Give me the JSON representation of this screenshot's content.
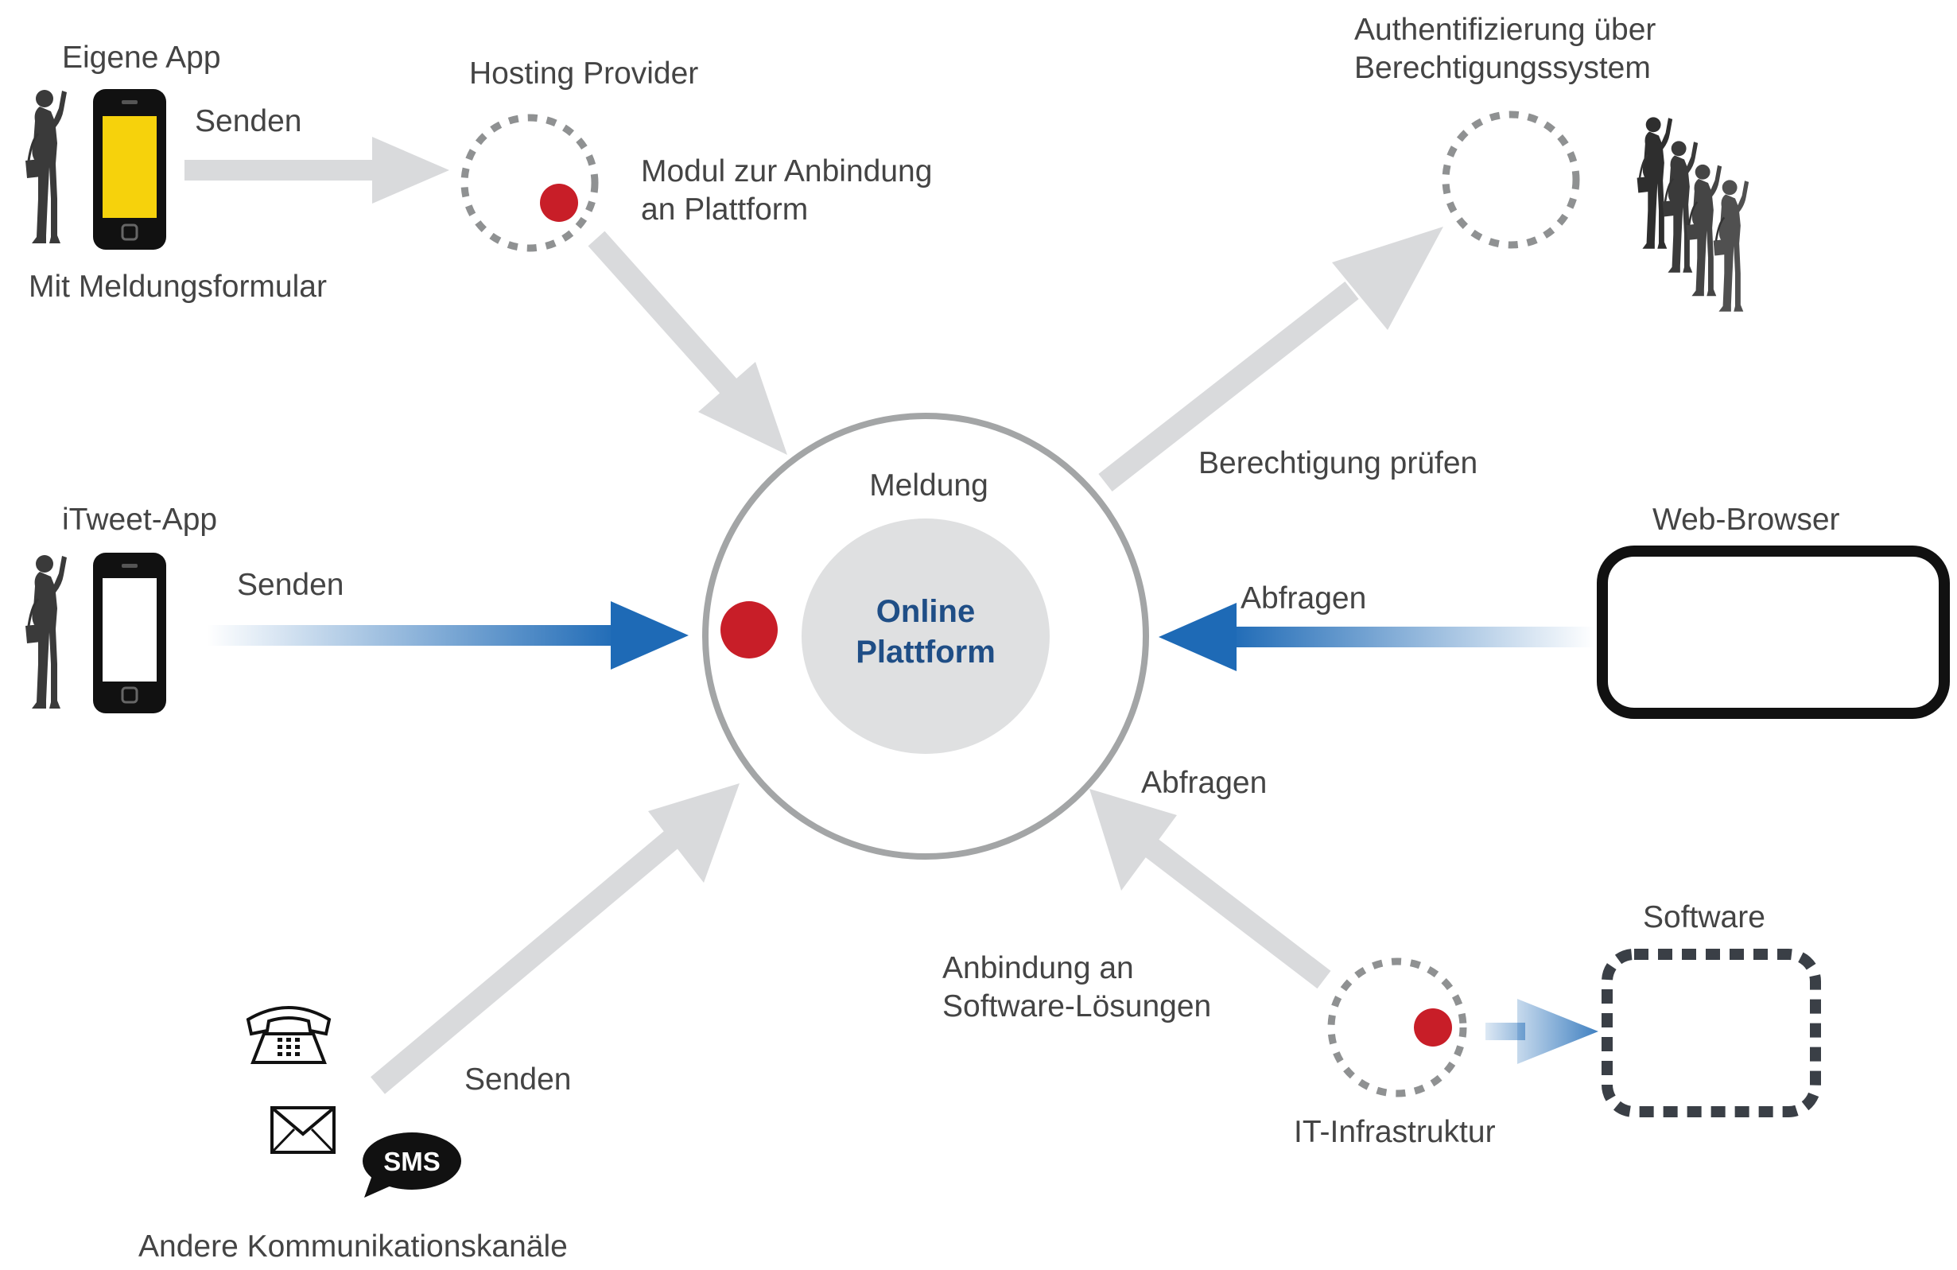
{
  "colors": {
    "arrow_gray": "#d9dadc",
    "arrow_blue": "#1e6ab6",
    "dot_red": "#c81e28",
    "ring_gray": "#a3a5a6",
    "core_gray": "#dfe0e1",
    "phone_yellow": "#f6d20c",
    "center_text": "#1f4e86",
    "label_text": "#444444"
  },
  "labels": {
    "eigene_app": "Eigene App",
    "senden_top": "Senden",
    "mit_meldungsformular": "Mit Meldungsformular",
    "hosting_provider": "Hosting Provider",
    "modul_line1": "Modul zur Anbindung",
    "modul_line2": "an Plattform",
    "auth_line1": "Authentifizierung über",
    "auth_line2": "Berechtigungssystem",
    "berechtigung_pruefen": "Berechtigung prüfen",
    "meldung": "Meldung",
    "online": "Online",
    "plattform": "Plattform",
    "itweet_app": "iTweet-App",
    "senden_mid": "Senden",
    "web_browser": "Web-Browser",
    "abfragen_right": "Abfragen",
    "abfragen_lower": "Abfragen",
    "anbindung_line1": "Anbindung an",
    "anbindung_line2": "Software-Lösungen",
    "software": "Software",
    "it_infrastruktur": "IT-Infrastruktur",
    "senden_bottom": "Senden",
    "andere_kanaele": "Andere Kommunikationskanäle",
    "sms": "SMS"
  },
  "icons": [
    "person-silhouette-icon",
    "smartphone-icon",
    "group-of-people-icon",
    "telephone-icon",
    "envelope-icon",
    "sms-bubble-icon"
  ]
}
